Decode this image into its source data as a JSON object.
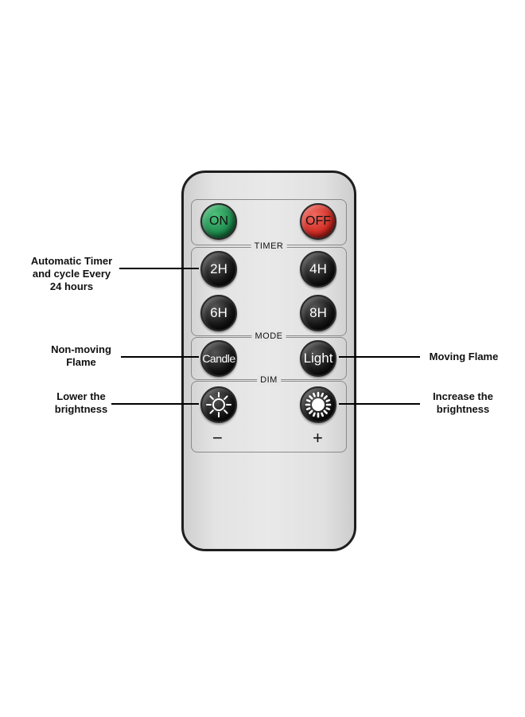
{
  "remote": {
    "power": {
      "on_label": "ON",
      "off_label": "OFF"
    },
    "timer": {
      "label": "TIMER",
      "buttons": [
        "2H",
        "4H",
        "6H",
        "8H"
      ]
    },
    "mode": {
      "label": "MODE",
      "candle_label": "Candle",
      "light_label": "Light"
    },
    "dim": {
      "label": "DIM",
      "minus": "−",
      "plus": "+",
      "lower_icon": "sun-outline-icon",
      "increase_icon": "sun-filled-icon"
    }
  },
  "callouts": {
    "timer": {
      "line1": "Automatic Timer",
      "line2": "and cycle Every",
      "line3": "24 hours"
    },
    "candle": {
      "line1": "Non-moving",
      "line2": "Flame"
    },
    "light": {
      "line1": "Moving Flame"
    },
    "lower": {
      "line1": "Lower the",
      "line2": "brightness"
    },
    "increase": {
      "line1": "Increase the",
      "line2": "brightness"
    }
  },
  "colors": {
    "on_button": "#1d8a4c",
    "off_button": "#cf2a22",
    "body": "#e6e6e6",
    "outline": "#1e1e1e"
  }
}
